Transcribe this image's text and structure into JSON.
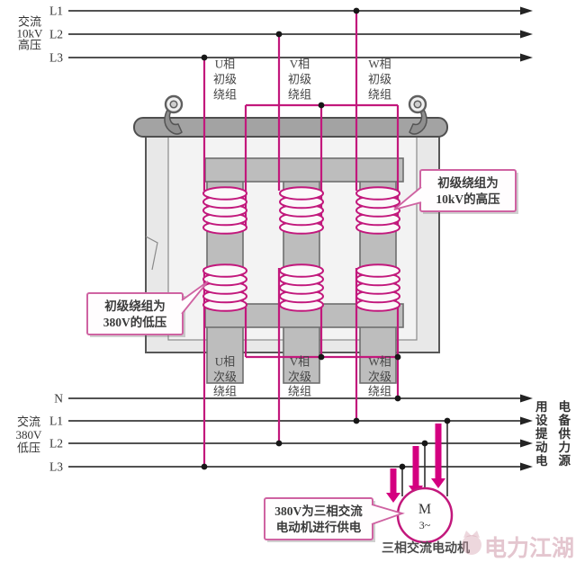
{
  "colors": {
    "wire_magenta": "#c2187c",
    "flow_arrow_magenta": "#d40080",
    "rail_black": "#3a3a3a",
    "callout_border_pink": "#cf63a2",
    "core_gray": "#bdbdbd",
    "tank_gray": "#e8e8e8",
    "lid_gray": "#a3a3a3"
  },
  "hv_bus": {
    "group_label": [
      "交流",
      "10kV",
      "高压"
    ],
    "rails": [
      "L1",
      "L2",
      "L3"
    ]
  },
  "lv_bus": {
    "group_label": [
      "交流",
      "380V",
      "低压"
    ],
    "rails": [
      "N",
      "L1",
      "L2",
      "L3"
    ]
  },
  "primary_phase_labels": [
    [
      "U相",
      "初级",
      "绕组"
    ],
    [
      "V相",
      "初级",
      "绕组"
    ],
    [
      "W相",
      "初级",
      "绕组"
    ]
  ],
  "secondary_phase_labels": [
    [
      "U相",
      "次级",
      "绕组"
    ],
    [
      "V相",
      "次级",
      "绕组"
    ],
    [
      "W相",
      "次级",
      "绕组"
    ]
  ],
  "callout_primary": {
    "line1": "初级绕组为",
    "line2": "10kV的高压"
  },
  "callout_secondary": {
    "line1": "初级绕组为",
    "line2": "380V的低压"
  },
  "callout_motor": {
    "line1": "380V为三相交流",
    "line2": "电动机进行供电"
  },
  "load_note_lines": [
    "用电",
    "设备",
    "提供",
    "动力",
    "电源"
  ],
  "motor": {
    "symbol": "M",
    "phase": "3~",
    "label": "三相交流电动机"
  },
  "watermark": "电力江湖"
}
